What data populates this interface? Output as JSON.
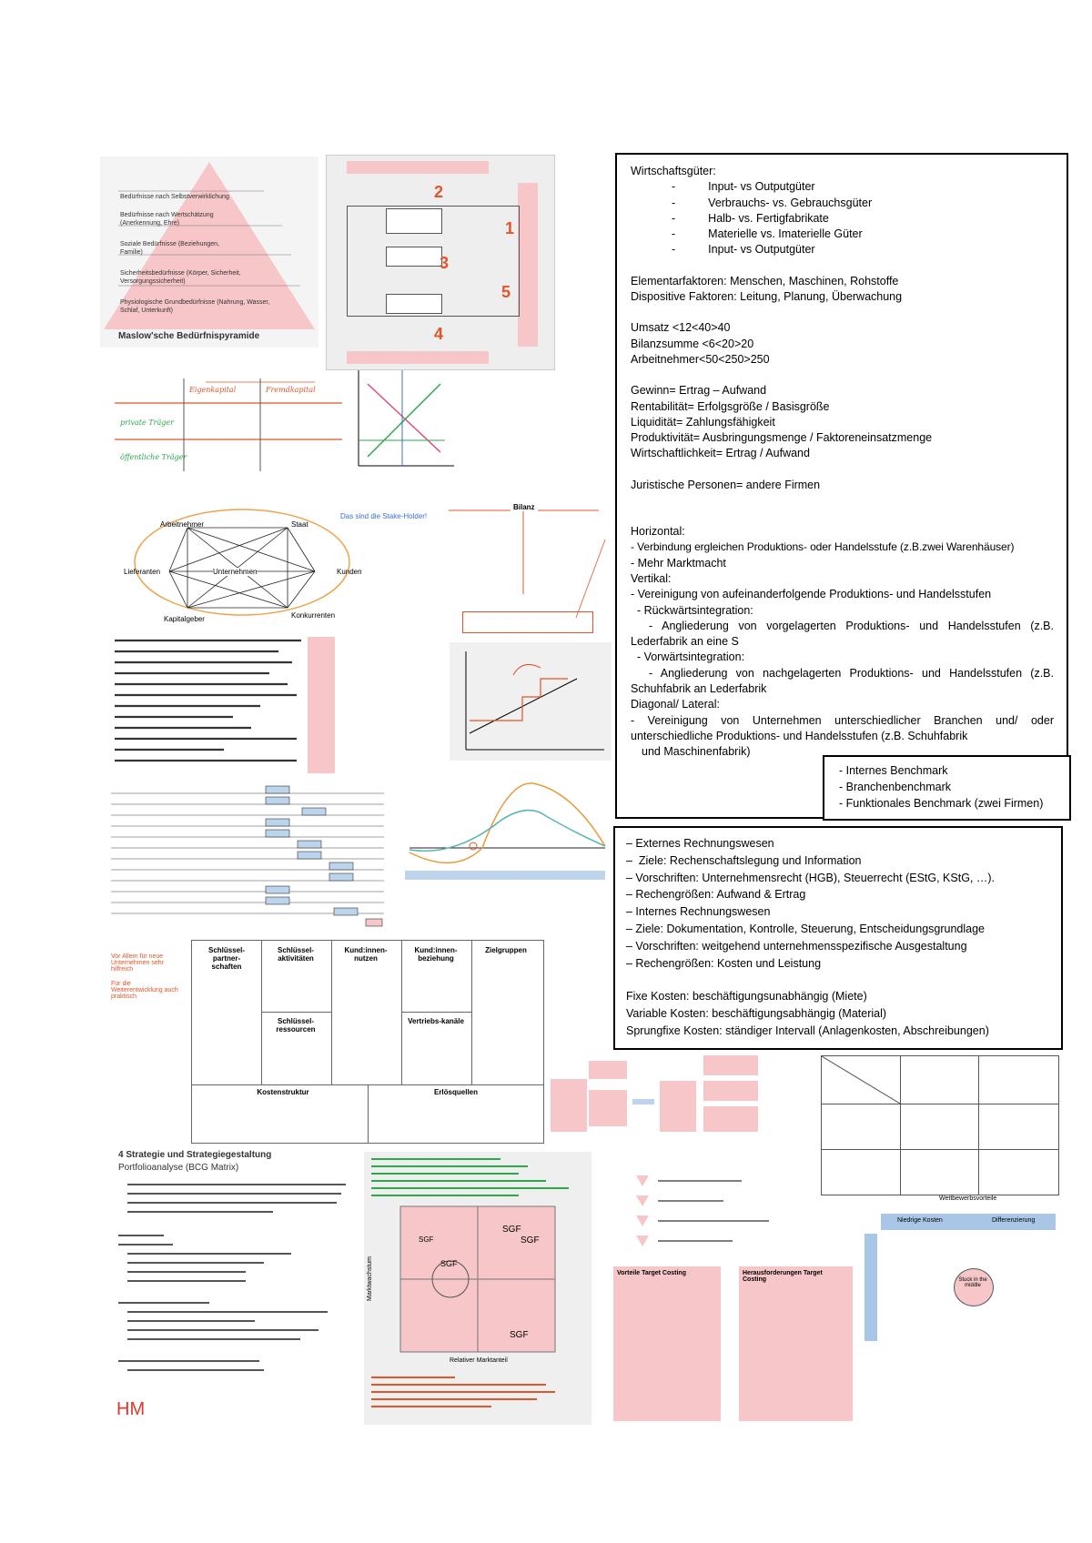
{
  "wirtschaft": {
    "title": "Wirtschaftsgüter:",
    "items": [
      "Input- vs Outputgüter",
      "Verbrauchs- vs. Gebrauchsgüter",
      "Halb- vs. Fertigfabrikate",
      "Materielle vs. Imaterielle Güter",
      "Input- vs Outputgüter"
    ],
    "lines1": [
      "Elementarfaktoren: Menschen, Maschinen, Rohstoffe",
      "Dispositive Faktoren: Leitung, Planung, Überwachung"
    ],
    "lines2": [
      "Umsatz <12<40>40",
      "Bilanzsumme <6<20>20",
      "Arbeitnehmer<50<250>250"
    ],
    "lines3": [
      "Gewinn= Ertrag – Aufwand",
      "Rentabilität= Erfolgsgröße / Basisgröße",
      "Liquidität= Zahlungsfähigkeit",
      "Produktivität= Ausbringungsmenge / Faktoreneinsatzmenge",
      "Wirtschaftlichkeit= Ertrag / Aufwand"
    ],
    "juristische": "Juristische Personen= andere Firmen",
    "horizontal": [
      "Horizontal:",
      "- Verbindung ergleichen Produktions- oder Handelsstufe (z.B.zwei Warenhäuser)",
      "- Mehr Marktmacht",
      "Vertikal:",
      "- Vereinigung von aufeinanderfolgende Produktions- und Handelsstufen",
      "  - Rückwärtsintegration:"
    ],
    "rueck": "- Angliederung von vorgelagerten Produktions- und Handelsstufen (z.B. Lederfabrik an eine S",
    "vorwaerts_label": "  - Vorwärtsintegration:",
    "vorwaerts": "- Angliederung von nachgelagerten Produktions- und Handelsstufen (z.B. Schuhfabrik an Lederfabrik",
    "diagonal": [
      "Diagonal/ Lateral:",
      "- Vereinigung von Unternehmen unterschiedlicher Branchen und/ oder unterschiedliche Produktions- und Handelsstufen (z.B. Schuhfabrik"
    ],
    "diagonal_end": "und Maschinenfabrik)"
  },
  "benchmark": [
    "- Internes Benchmark",
    "- Branchenbenchmark",
    "- Funktionales Benchmark (zwei Firmen)"
  ],
  "rechnung": {
    "lines": [
      "– Externes Rechnungswesen",
      "–  Ziele: Rechenschaftslegung und Information",
      "– Vorschriften: Unternehmensrecht (HGB), Steuerrecht (EStG, KStG, …).",
      "– Rechengrößen: Aufwand & Ertrag",
      "– Internes Rechnungswesen",
      "– Ziele: Dokumentation, Kontrolle, Steuerung, Entscheidungsgrundlage",
      "– Vorschriften: weitgehend unternehmensspezifische Ausgestaltung",
      "– Rechengrößen: Kosten und Leistung"
    ],
    "kosten": [
      "Fixe Kosten: beschäftigungsunabhängig (Miete)",
      "Variable Kosten: beschäftigungsabhängig (Material)",
      "Sprungfixe Kosten: ständiger Intervall (Anlagenkosten, Abschreibungen)"
    ]
  },
  "maslow": {
    "levels": [
      "Bedürfnisse nach Selbstverwirklichung",
      "Bedürfnisse nach Wertschätzung (Anerkennung, Ehre)",
      "Soziale Bedürfnisse (Beziehungen, Familie)",
      "Sicherheitsbedürfnisse (Körper, Sicherheit, Versorgungssicherheit)",
      "Physiologische Grundbedürfnisse (Nahrung, Wasser, Schlaf, Unterkunft)"
    ],
    "title": "Maslow'sche Bedürfnispyramide"
  },
  "canvas": {
    "headers": [
      "Schlüssel-partner-schaften",
      "Schlüssel-aktivitäten",
      "Kund:innen-nutzen",
      "Kund:innen-beziehung",
      "Zielgruppen",
      "Schlüssel-ressourcen",
      "Vertriebs-kanäle",
      "Kostenstruktur",
      "Erlösquellen"
    ],
    "note1": "Vor Allem für neue Unternehmen sehr hilfreich",
    "note2": "Für die Weiterentwicklung auch praktisch"
  },
  "strategie": {
    "title": "4 Strategie und Strategiegestaltung",
    "subtitle": "Portfolioanalyse (BCG Matrix)",
    "hm": "HM"
  },
  "stakeholder": {
    "nodes": [
      "Arbeitnehmer",
      "Staat",
      "Lieferanten",
      "Unternehmen",
      "Kunden",
      "Kapitalgeber",
      "Konkurrenten"
    ],
    "note": "Das sind die Stake-Holder!"
  },
  "bilanz": {
    "title": "Bilanz"
  },
  "target": {
    "head1": "Vorteile Target Costing",
    "head2": "Herausforderungen Target Costing"
  },
  "wettbewerb": {
    "title": "Wettbewerbsvorteile",
    "c1": "Niedrige Kosten",
    "c2": "Differenzierung",
    "center": "Stuck in the middle"
  },
  "bcg": {
    "y": "Marktwachstum",
    "x": "Relativer Marktanteil",
    "sgf": "SGF"
  }
}
